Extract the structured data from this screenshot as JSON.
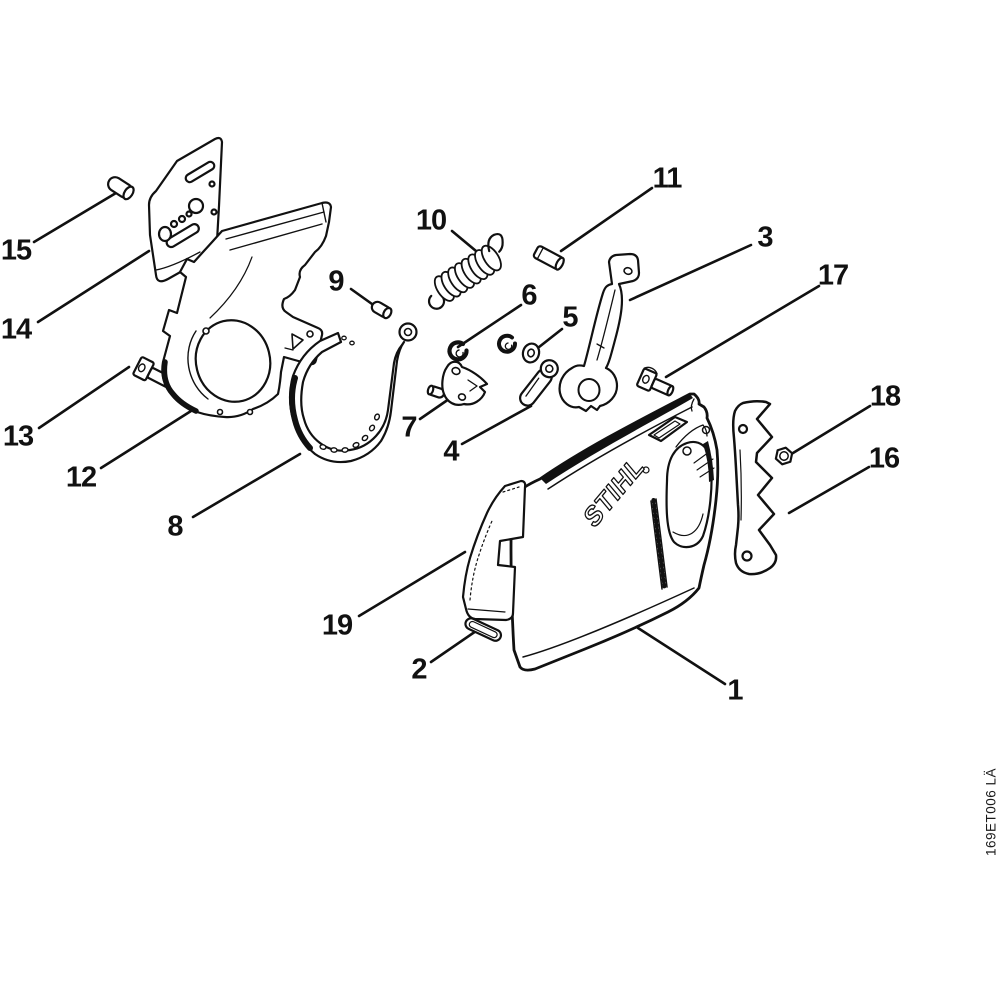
{
  "figure": {
    "brand_logo": "STIHL",
    "drawing_code": "169ET006 LÄ"
  },
  "callouts": [
    {
      "label": "1"
    },
    {
      "label": "2"
    },
    {
      "label": "3"
    },
    {
      "label": "4"
    },
    {
      "label": "5"
    },
    {
      "label": "6"
    },
    {
      "label": "7"
    },
    {
      "label": "8"
    },
    {
      "label": "9"
    },
    {
      "label": "10"
    },
    {
      "label": "11"
    },
    {
      "label": "12"
    },
    {
      "label": "13"
    },
    {
      "label": "14"
    },
    {
      "label": "15"
    },
    {
      "label": "16"
    },
    {
      "label": "17"
    },
    {
      "label": "18"
    },
    {
      "label": "19"
    }
  ]
}
